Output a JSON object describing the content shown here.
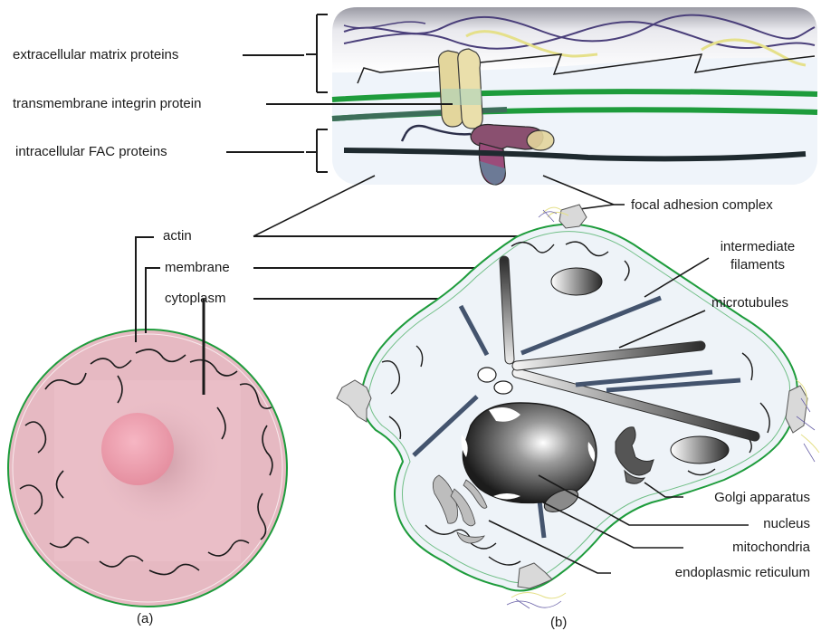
{
  "labels": {
    "ecm": "extracellular matrix proteins",
    "integrin": "transmembrane integrin protein",
    "fac": "intracellular FAC proteins",
    "focal": "focal adhesion complex",
    "actin": "actin",
    "membrane": "membrane",
    "cytoplasm": "cytoplasm",
    "intermediate_1": "intermediate",
    "intermediate_2": "filaments",
    "microtubules": "microtubules",
    "golgi": "Golgi apparatus",
    "nucleus": "nucleus",
    "mitochondria": "mitochondria",
    "er": "endoplasmic reticulum",
    "panel_a": "(a)",
    "panel_b": "(b)"
  },
  "colors": {
    "membrane_green": "#1e9c3c",
    "cell_a_fill": "#e6b9c2",
    "nucleus_a": "#e58fa0",
    "cell_b_fill": "#eef3f8",
    "filament_blue": "#44546e",
    "panel_bg": "#eff4fa",
    "dark_line": "#1a1a1a"
  }
}
